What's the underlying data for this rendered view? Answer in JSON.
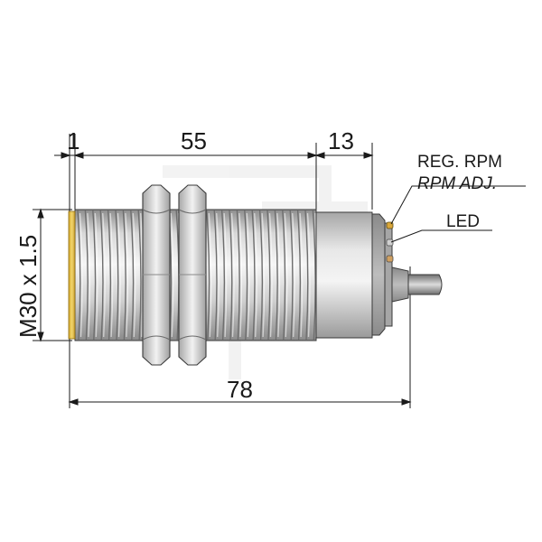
{
  "dimensions": {
    "front_gap": "1",
    "threaded_length": "55",
    "head_length": "13",
    "total_length": "78",
    "thread_size": "M30 x 1.5"
  },
  "labels": {
    "reg_rpm": "REG. RPM",
    "rpm_adj": "RPM  ADJ.",
    "led": "LED"
  },
  "colors": {
    "face_yellow": "#e8c449",
    "body_light": "#ececec",
    "body_mid": "#b8b8b8",
    "body_dark": "#8c8c8c",
    "line": "#1a1a1a"
  }
}
